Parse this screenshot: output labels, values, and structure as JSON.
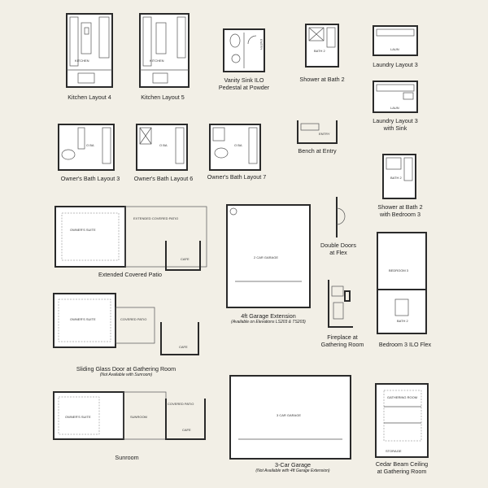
{
  "captions": {
    "kitchen4": "Kitchen Layout 4",
    "kitchen5": "Kitchen Layout 5",
    "vanity1": "Vanity Sink ILO",
    "vanity2": "Pedestal at Powder",
    "shower_bath2": "Shower at Bath 2",
    "laundry3": "Laundry Layout 3",
    "laundry3sink1": "Laundry Layout 3",
    "laundry3sink2": "with Sink",
    "owners_bath3": "Owner's Bath Layout 3",
    "owners_bath6": "Owner's Bath Layout 6",
    "owners_bath7": "Owner's Bath Layout 7",
    "bench": "Bench at Entry",
    "shower_bed3_1": "Shower at Bath 2",
    "shower_bed3_2": "with Bedroom 3",
    "ext_patio": "Extended Covered Patio",
    "garage_ext": "4ft Garage Extension",
    "garage_ext_note": "(Available on Elevations LS203 & TS203)",
    "double_doors1": "Double Doors",
    "double_doors2": "at Flex",
    "fireplace1": "Fireplace at",
    "fireplace2": "Gathering Room",
    "bed3_flex": "Bedroom 3 ILO Flex",
    "sliding1": "Sliding Glass Door at Gathering Room",
    "sliding_note": "(Not Available with Sunroom)",
    "three_car": "3-Car Garage",
    "three_car_note": "(Not Available with 4ft Garage Extension)",
    "sunroom": "Sunroom",
    "cedar1": "Cedar Beam Ceiling",
    "cedar2": "at Gathering Room"
  },
  "room_labels": {
    "kitchen": "KITCHEN",
    "oba": "O BA",
    "bath2": "BATH 2",
    "laun": "LAUN",
    "entry": "ENTRY",
    "owners_suite": "OWNER'S SUITE",
    "ext_covered_patio": "EXTENDED COVERED PATIO",
    "cafe": "CAFE",
    "covered_patio": "COVERED PATIO",
    "two_car_garage": "2 CAR GARAGE",
    "bedroom3": "BEDROOM 3",
    "three_car_garage": "3 CAR GARAGE",
    "sunroom": "SUNROOM",
    "gathering_room": "GATHERING ROOM",
    "storage": "STORAGE"
  }
}
